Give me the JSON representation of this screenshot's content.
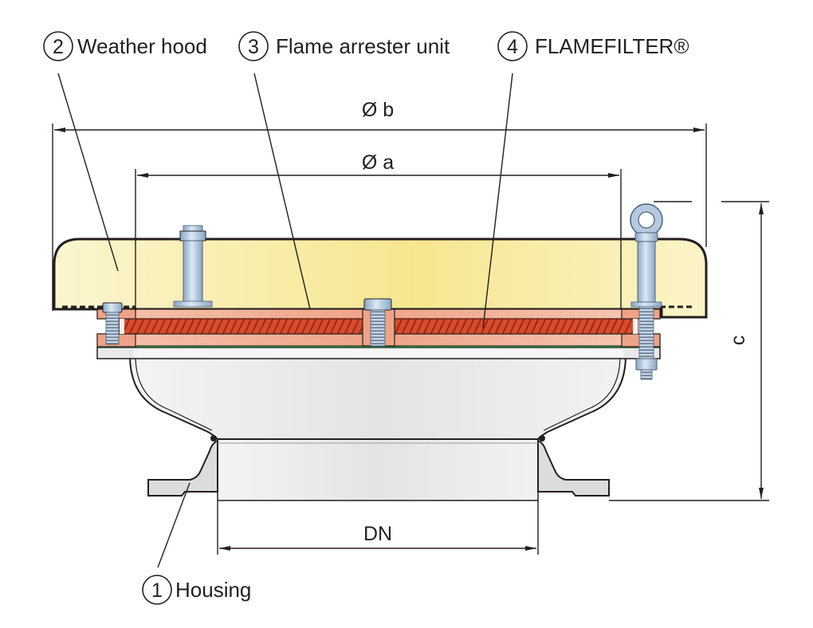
{
  "diagram": {
    "type": "technical cross-section drawing",
    "subject": "Flame arrester with weather hood"
  },
  "callouts": [
    {
      "number": "1",
      "label": "Housing"
    },
    {
      "number": "2",
      "label": "Weather hood"
    },
    {
      "number": "3",
      "label": "Flame arrester unit"
    },
    {
      "number": "4",
      "label": "FLAMEFILTER®"
    }
  ],
  "dimensions": {
    "outer_diameter": "Ø b",
    "inner_diameter": "Ø a",
    "height": "c",
    "nominal_diameter": "DN"
  },
  "colors": {
    "hood_fill": "#faf3c4",
    "hood_fill_dark": "#f5e79a",
    "flange_ring": "#f0a788",
    "filter_core": "#d9472b",
    "bolt": "#b9cfe6",
    "housing": "#e6e6e6",
    "line": "#231f20",
    "gasket": "#2e6b3a"
  }
}
